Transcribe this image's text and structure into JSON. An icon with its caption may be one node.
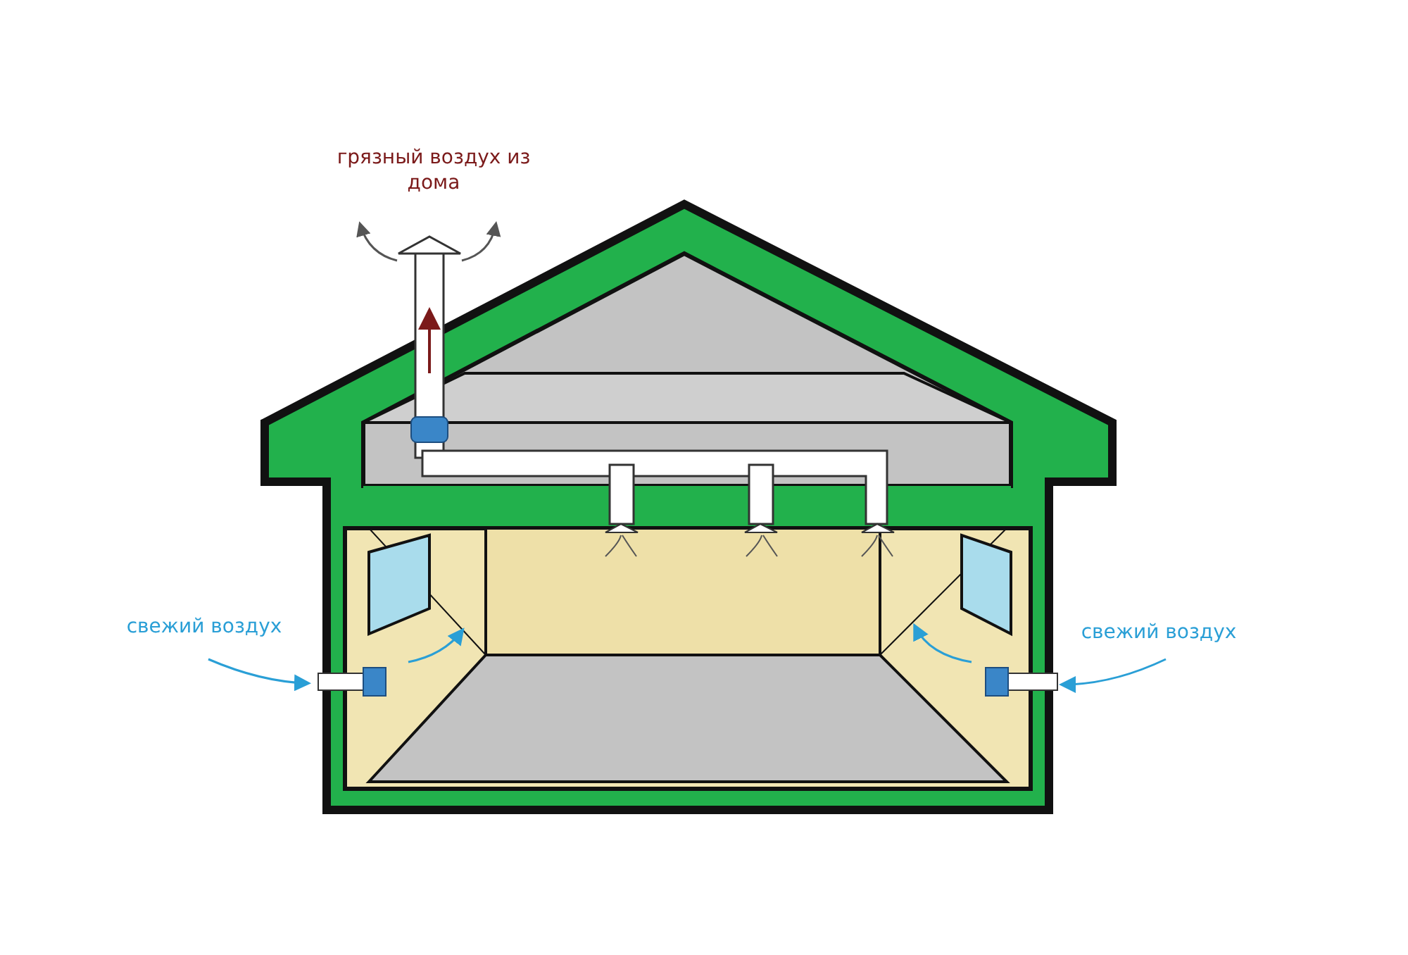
{
  "diagram": {
    "labels": [
      "грязный воздух из дома",
      "свежий воздух",
      "свежий воздух"
    ]
  }
}
